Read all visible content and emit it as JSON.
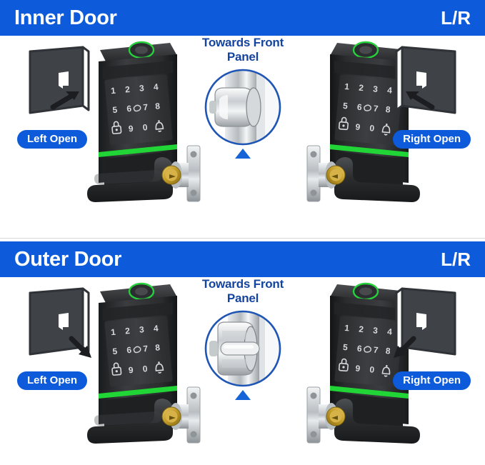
{
  "sections": [
    {
      "id": "inner-door",
      "title": "Inner Door",
      "lr_label": "L/R",
      "callout": {
        "line1": "Towards Front",
        "line2": "Panel",
        "latch_type": "rounded-latch-bolt"
      },
      "left": {
        "badge": "Left Open",
        "arrow": "up-right"
      },
      "right": {
        "badge": "Right Open",
        "arrow": "up-left"
      }
    },
    {
      "id": "outer-door",
      "title": "Outer Door",
      "lr_label": "L/R",
      "callout": {
        "line1": "Towards Front",
        "line2": "Panel",
        "latch_type": "split-deadlatch-bolt"
      },
      "left": {
        "badge": "Left Open",
        "arrow": "down-right"
      },
      "right": {
        "badge": "Right Open",
        "arrow": "down-left"
      }
    }
  ],
  "keypad": {
    "row1": [
      "1",
      "2",
      "3",
      "4"
    ],
    "row2": [
      "5",
      "6",
      "7",
      "8"
    ],
    "row3_lock_icon": "lock-icon",
    "row3": [
      "9",
      "0"
    ],
    "row3_bell_icon": "bell-icon",
    "touch_icon": "touch-hand-icon",
    "fingerprint_icon": "fingerprint-sensor-icon"
  },
  "colors": {
    "brand_blue": "#0d5bdb",
    "callout_blue": "#15449e",
    "led_green": "#21d536",
    "door_gray": "#3f4246",
    "body_black": "#1c1d1f",
    "brass": "#c39a2a",
    "chrome": "#cfd3d6"
  }
}
